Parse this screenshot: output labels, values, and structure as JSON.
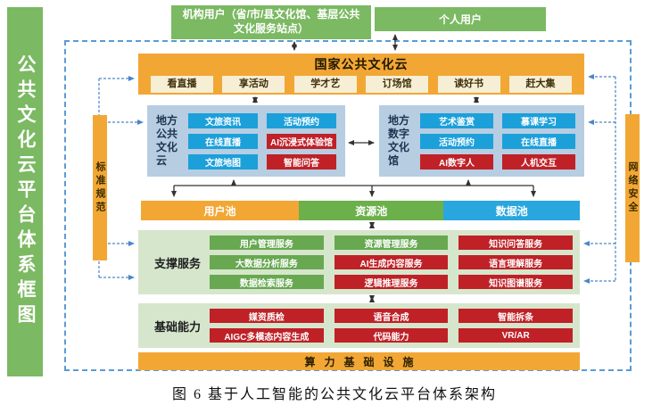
{
  "caption": "图 6  基于人工智能的公共文化云平台体系架构",
  "frame_title": "公共文化云平台体系框图",
  "users": {
    "institutional": "机构用户（省/市/县文化馆、基层公共文化服务站点）",
    "personal": "个人用户"
  },
  "side_labels": {
    "left": "标准规范",
    "right": "网络安全"
  },
  "national_cloud": {
    "title": "国家公共文化云",
    "services": [
      "看直播",
      "享活动",
      "学才艺",
      "订场馆",
      "读好书",
      "赶大集"
    ]
  },
  "local_cloud": {
    "title": "地方公共文化云",
    "items": [
      {
        "label": "文旅资讯",
        "type": "blue"
      },
      {
        "label": "活动预约",
        "type": "blue"
      },
      {
        "label": "在线直播",
        "type": "blue"
      },
      {
        "label": "AI沉浸式体验馆",
        "type": "red"
      },
      {
        "label": "文旅地图",
        "type": "blue"
      },
      {
        "label": "智能问答",
        "type": "red"
      }
    ]
  },
  "digital_hall": {
    "title": "地方数字文化馆",
    "items": [
      {
        "label": "艺术鉴赏",
        "type": "blue"
      },
      {
        "label": "慕课学习",
        "type": "blue"
      },
      {
        "label": "活动预约",
        "type": "blue"
      },
      {
        "label": "在线直播",
        "type": "blue"
      },
      {
        "label": "AI数字人",
        "type": "red"
      },
      {
        "label": "人机交互",
        "type": "red"
      }
    ]
  },
  "pools": [
    {
      "label": "用户池",
      "type": "orange"
    },
    {
      "label": "资源池",
      "type": "green"
    },
    {
      "label": "数据池",
      "type": "blue"
    }
  ],
  "support": {
    "title": "支撑服务",
    "items": [
      {
        "label": "用户管理服务",
        "type": "green"
      },
      {
        "label": "资源管理服务",
        "type": "green"
      },
      {
        "label": "知识问答服务",
        "type": "red"
      },
      {
        "label": "大数据分析服务",
        "type": "green"
      },
      {
        "label": "AI生成内容服务",
        "type": "red"
      },
      {
        "label": "语言理解服务",
        "type": "red"
      },
      {
        "label": "数据检索服务",
        "type": "green"
      },
      {
        "label": "逻辑推理服务",
        "type": "red"
      },
      {
        "label": "知识图谱服务",
        "type": "red"
      }
    ]
  },
  "base": {
    "title": "基础能力",
    "items": [
      {
        "label": "媒资质检",
        "type": "red"
      },
      {
        "label": "语音合成",
        "type": "red"
      },
      {
        "label": "智能拆条",
        "type": "red"
      },
      {
        "label": "AIGC多模态内容生成",
        "type": "red"
      },
      {
        "label": "代码能力",
        "type": "red"
      },
      {
        "label": "VR/AR",
        "type": "red"
      }
    ]
  },
  "infrastructure": "算力基础设施",
  "colors": {
    "green_box": "#7bb962",
    "orange": "#f2a735",
    "blue_chip": "#1ca0da",
    "red_chip": "#bf2127",
    "green_chip": "#67a850",
    "panel_blue": "#b6cde2",
    "panel_green": "#d6e6cc",
    "pool_green": "#6cb04c",
    "pool_blue": "#29a6de",
    "dashed_line": "#4a86c8",
    "arrow": "#333333"
  }
}
